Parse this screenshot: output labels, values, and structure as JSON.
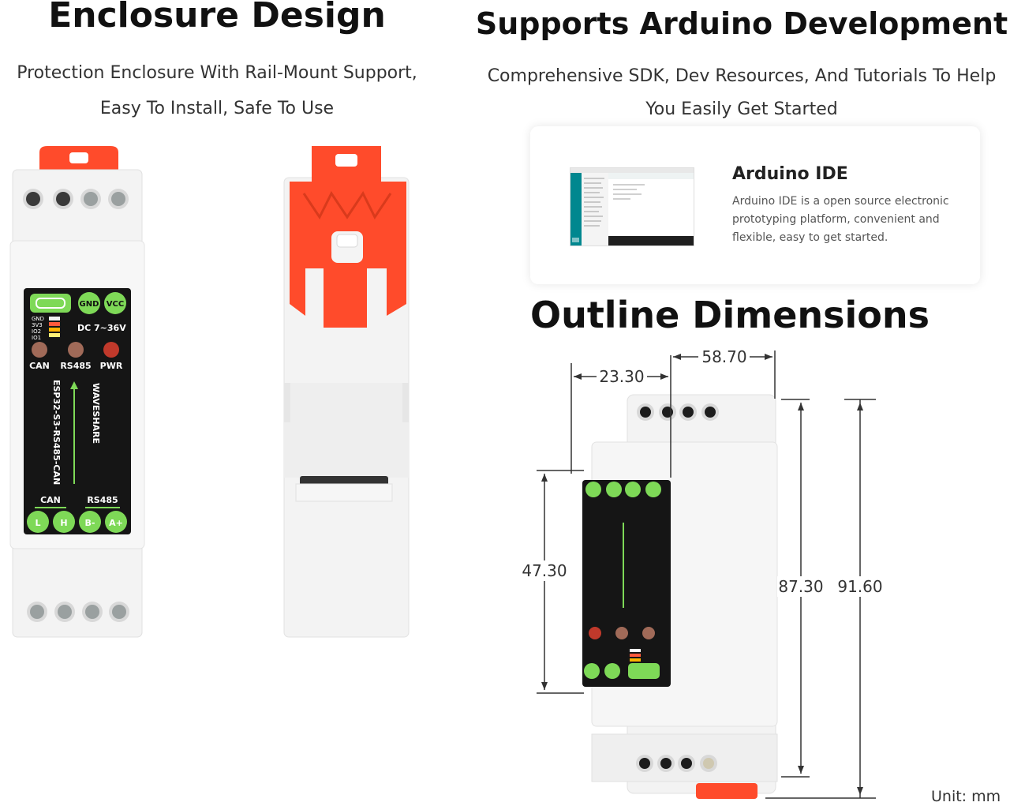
{
  "left": {
    "title": "Enclosure Design",
    "subtitle_line1": "Protection Enclosure With Rail-Mount Support,",
    "subtitle_line2": "Easy To Install, Safe To Use"
  },
  "right": {
    "title": "Supports Arduino Development",
    "subtitle_line1": "Comprehensive SDK, Dev Resources, And Tutorials To Help",
    "subtitle_line2": "You Easily Get Started",
    "card": {
      "title": "Arduino IDE",
      "description": "Arduino IDE is a open source electronic prototyping platform, convenient and flexible, easy to get started."
    }
  },
  "outline": {
    "title": "Outline Dimensions",
    "dims": {
      "top_width": "58.70",
      "front_offset": "23.30",
      "front_height": "47.30",
      "inner_height": "87.30",
      "total_height": "91.60"
    },
    "unit": "Unit: mm"
  },
  "device_front": {
    "power_label": "DC 7~36V",
    "gnd": "GND",
    "vcc": "VCC",
    "pins": [
      "GND",
      "3V3",
      "IO2",
      "IO1"
    ],
    "led_labels": [
      "CAN",
      "RS485",
      "PWR"
    ],
    "brand": "WAVESHARE",
    "model": "ESP32-S3-RS485-CAN",
    "group_can": "CAN",
    "group_rs485": "RS485",
    "terminals": [
      "L",
      "H",
      "B-",
      "A+"
    ]
  },
  "colors": {
    "terminal_green": "#7ed957",
    "clip_red": "#ff4b2b",
    "panel_black": "#151515",
    "ide_teal": "#00878f"
  }
}
